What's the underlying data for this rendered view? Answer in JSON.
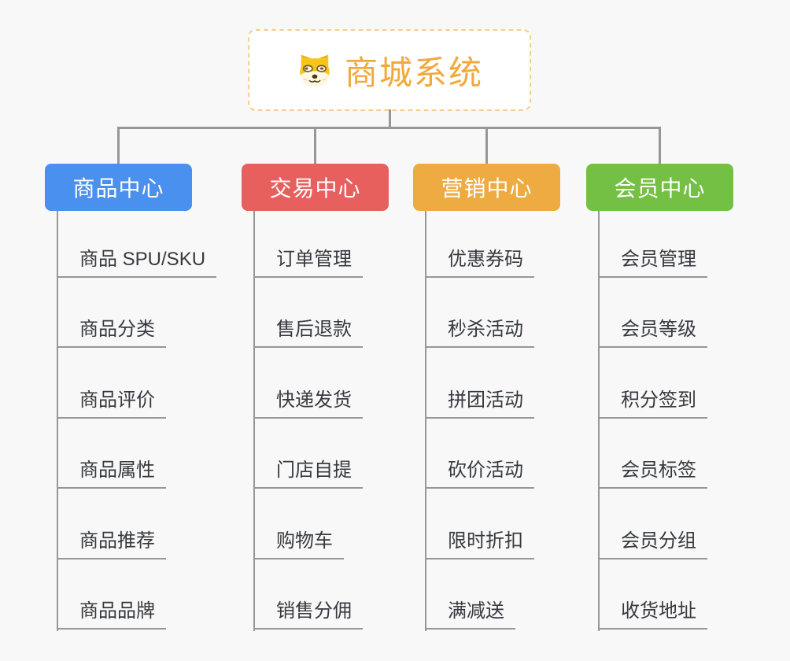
{
  "canvas": {
    "background": "#f8f8f8",
    "connector_color": "#979797"
  },
  "root": {
    "title": "商城系统",
    "icon": "shiba-dog-icon",
    "title_color": "#f1a93b",
    "border_color": "#f7cd90"
  },
  "branches": [
    {
      "label": "商品中心",
      "color": "#4a90ef",
      "items": [
        "商品 SPU/SKU",
        "商品分类",
        "商品评价",
        "商品属性",
        "商品推荐",
        "商品品牌"
      ]
    },
    {
      "label": "交易中心",
      "color": "#e7605e",
      "items": [
        "订单管理",
        "售后退款",
        "快递发货",
        "门店自提",
        "购物车",
        "销售分佣"
      ]
    },
    {
      "label": "营销中心",
      "color": "#edab41",
      "items": [
        "优惠券码",
        "秒杀活动",
        "拼团活动",
        "砍价活动",
        "限时折扣",
        "满减送"
      ]
    },
    {
      "label": "会员中心",
      "color": "#74c044",
      "items": [
        "会员管理",
        "会员等级",
        "积分签到",
        "会员标签",
        "会员分组",
        "收货地址"
      ]
    }
  ]
}
